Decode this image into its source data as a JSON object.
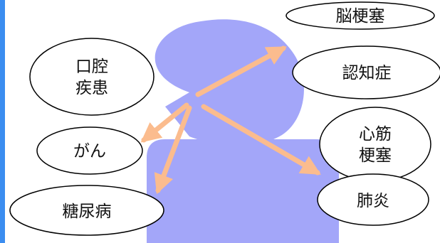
{
  "colors": {
    "accent_bar": "#3b8df0",
    "figure_fill": "#a3a6f9",
    "arrow": "#fbbc8e",
    "oval_fill": "#ffffff",
    "oval_stroke": "#000000"
  },
  "diagram": {
    "oral_disease": [
      "口腔",
      "疾患"
    ],
    "stroke": "脳梗塞",
    "dementia": "認知症",
    "cancer": "がん",
    "mi": [
      "心筋",
      "梗塞"
    ],
    "diabetes": "糖尿病",
    "pneumonia": "肺炎"
  }
}
